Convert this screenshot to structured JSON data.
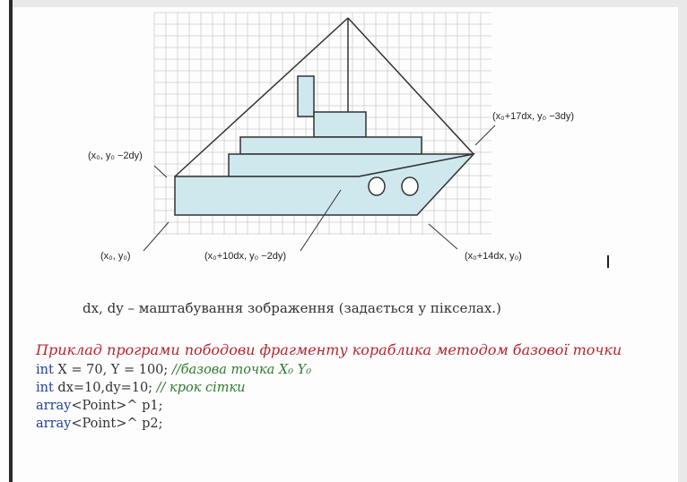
{
  "colors": {
    "ship_fill": "#cfe8ee",
    "grid": "#cccccc",
    "heading": "#b8252f",
    "keyword": "#1f3f9e",
    "comment": "#2d7a2d"
  },
  "labels": {
    "top_left": "(x₀, y₀ −2dy)",
    "top_right": "(x₀+17dx, y₀ −3dy)",
    "bottom_left": "(x₀, y₀)",
    "bottom_mid": "(x₀+10dx, y₀ −2dy)",
    "bottom_right": "(x₀+14dx, y₀)"
  },
  "caption": "dx, dy – маштабування зображення (задається у пікселах.)",
  "code": {
    "heading": "Приклад програми пободови фрагменту кораблика методом базової точки",
    "line1_kw": "int",
    "line1_text": " X = 70, Y = 100; ",
    "line1_comment": "//базова точка X₀ Y₀",
    "line2_kw": "int",
    "line2_text": " dx=10,dy=10; ",
    "line2_comment": "// крок сітки",
    "line3_kw": "array",
    "line3_text": "<Point>^ p1;",
    "line4_kw": "array",
    "line4_text": "<Point>^ p2;"
  }
}
